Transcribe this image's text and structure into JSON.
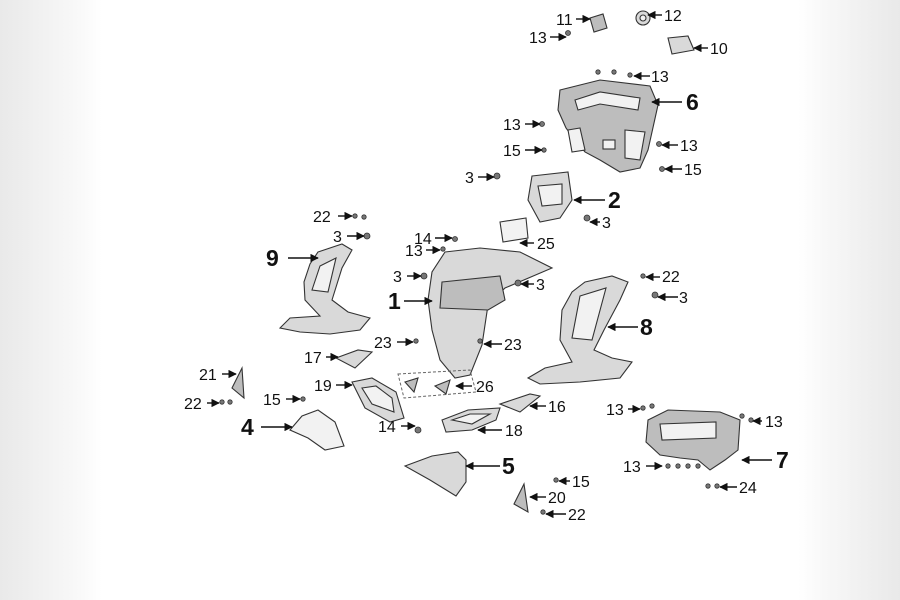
{
  "labels": {
    "l1": "1",
    "l2": "2",
    "l3a": "3",
    "l3b": "3",
    "l3c": "3",
    "l3d": "3",
    "l3e": "3",
    "l3f": "3",
    "l4": "4",
    "l5": "5",
    "l6": "6",
    "l7": "7",
    "l8": "8",
    "l9": "9",
    "l10": "10",
    "l11": "11",
    "l12": "12",
    "l13a": "13",
    "l13b": "13",
    "l13c": "13",
    "l13d": "13",
    "l13e": "13",
    "l13f": "13",
    "l13g": "13",
    "l13h": "13",
    "l14a": "14",
    "l14b": "14",
    "l15a": "15",
    "l15b": "15",
    "l15c": "15",
    "l15d": "15",
    "l16": "16",
    "l17": "17",
    "l18": "18",
    "l19": "19",
    "l20": "20",
    "l21": "21",
    "l22a": "22",
    "l22b": "22",
    "l22c": "22",
    "l22d": "22",
    "l23a": "23",
    "l23b": "23",
    "l24": "24",
    "l25": "25",
    "l26": "26"
  },
  "colors": {
    "part_fill": "#d9d9d9",
    "part_dark": "#bdbdbd",
    "line": "#111111",
    "background": "#ffffff"
  }
}
